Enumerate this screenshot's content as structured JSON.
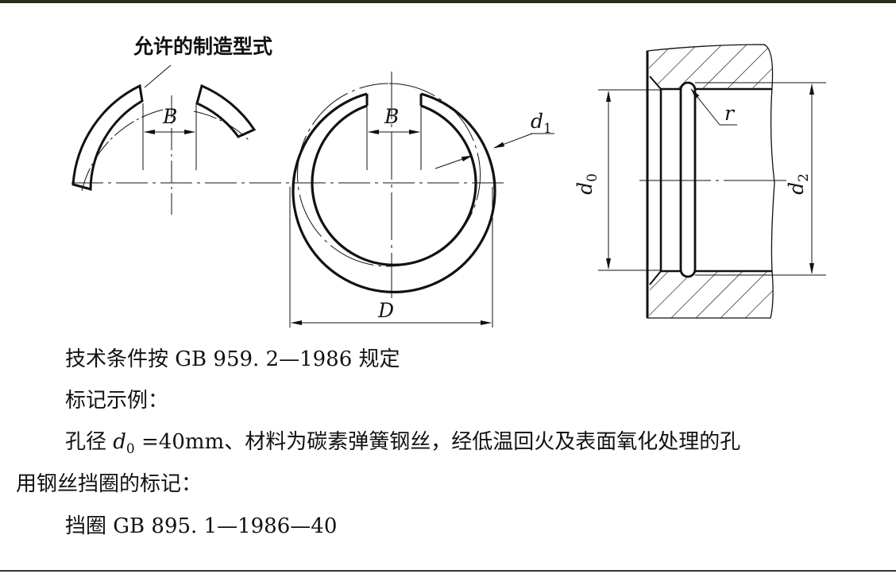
{
  "figure": {
    "caption_label": "允许的制造型式",
    "dim_B_left": "B",
    "dim_B_ring": "B",
    "dim_d1": "d",
    "dim_d1_sub": "1",
    "dim_D": "D",
    "dim_r": "r",
    "dim_d0": "d",
    "dim_d0_sub": "0",
    "dim_d2": "d",
    "dim_d2_sub": "2"
  },
  "text": {
    "line1": "技术条件按 GB 959. 2—1986 规定",
    "line2": "标记示例：",
    "line3_pre": "孔径 ",
    "line3_var": "d",
    "line3_sub": "0",
    "line3_post": " =40mm、材料为碳素弹簧钢丝，经低温回火及表面氧化处理的孔",
    "line4": "用钢丝挡圈的标记：",
    "line5": "挡圈 GB 895. 1—1986—40"
  }
}
